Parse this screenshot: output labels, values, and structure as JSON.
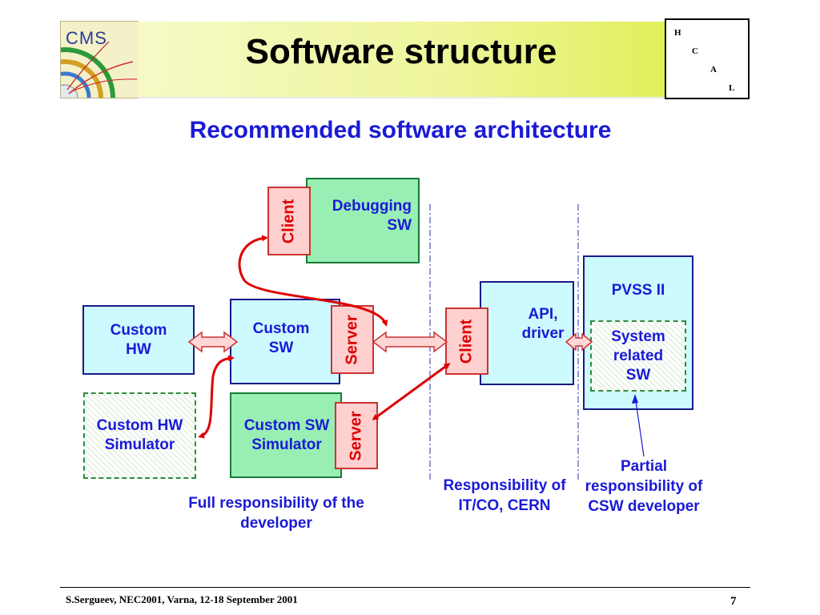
{
  "header": {
    "logo_text": "CMS",
    "title": "Software structure",
    "hcal_letters": [
      "H",
      "C",
      "A",
      "L"
    ]
  },
  "subtitle": "Recommended software architecture",
  "diagram": {
    "debugging_sw": "Debugging SW",
    "client_top": "Client",
    "custom_hw": "Custom HW",
    "custom_sw": "Custom SW",
    "server_main": "Server",
    "custom_hw_simulator": "Custom HW Simulator",
    "custom_sw_simulator": "Custom SW Simulator",
    "server_sim": "Server",
    "client_api": "Client",
    "api_driver": "API, driver",
    "pvss": "PVSS II",
    "system_related_sw": "System related SW"
  },
  "captions": {
    "full_responsibility": "Full responsibility of the developer",
    "it_co": "Responsibility of IT/CO, CERN",
    "partial": "Partial responsibility of CSW developer"
  },
  "footer": {
    "text": "S.Sergueev, NEC2001, Varna, 12-18 September 2001",
    "page": "7"
  },
  "colors": {
    "accent_text": "#1a1ad6",
    "connection_red": "#dd0000",
    "box_cyan": "#ccfaff",
    "box_green": "#99eeb4",
    "label_pink": "#ffd0d0"
  }
}
